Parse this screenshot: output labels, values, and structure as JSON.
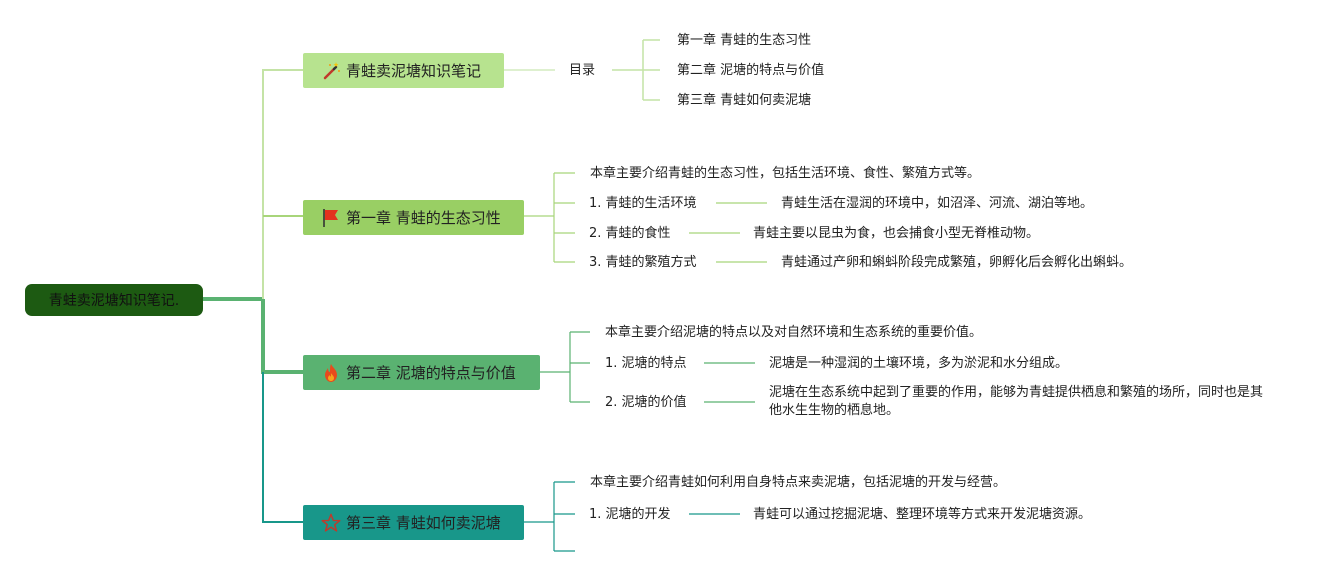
{
  "root": {
    "label": "青蛙卖泥塘知识笔记."
  },
  "branches": [
    {
      "label": "青蛙卖泥塘知识笔记",
      "icon": "magic-wand-icon",
      "color": "#b7e38f",
      "toc_label": "目录",
      "toc_items": [
        "第一章 青蛙的生态习性",
        "第二章 泥塘的特点与价值",
        "第三章 青蛙如何卖泥塘"
      ]
    },
    {
      "label": "第一章 青蛙的生态习性",
      "icon": "red-flag-icon",
      "color": "#99cf64",
      "intro": "本章主要介绍青蛙的生态习性，包括生活环境、食性、繁殖方式等。",
      "items": [
        {
          "title": "1. 青蛙的生活环境",
          "detail": "青蛙生活在湿润的环境中，如沼泽、河流、湖泊等地。"
        },
        {
          "title": "2. 青蛙的食性",
          "detail": "青蛙主要以昆虫为食，也会捕食小型无脊椎动物。"
        },
        {
          "title": "3. 青蛙的繁殖方式",
          "detail": "青蛙通过产卵和蝌蚪阶段完成繁殖，卵孵化后会孵化出蝌蚪。"
        }
      ]
    },
    {
      "label": "第二章 泥塘的特点与价值",
      "icon": "fire-icon",
      "color": "#5ab271",
      "intro": "本章主要介绍泥塘的特点以及对自然环境和生态系统的重要价值。",
      "items": [
        {
          "title": "1. 泥塘的特点",
          "detail": "泥塘是一种湿润的土壤环境，多为淤泥和水分组成。"
        },
        {
          "title": "2. 泥塘的价值",
          "detail": "泥塘在生态系统中起到了重要的作用，能够为青蛙提供栖息和繁殖的场所，同时也是其他水生生物的栖息地。"
        }
      ]
    },
    {
      "label": "第三章 青蛙如何卖泥塘",
      "icon": "star-outline-icon",
      "color": "#18978a",
      "intro": "本章主要介绍青蛙如何利用自身特点来卖泥塘，包括泥塘的开发与经营。",
      "items": [
        {
          "title": "1. 泥塘的开发",
          "detail": "青蛙可以通过挖掘泥塘、整理环境等方式来开发泥塘资源。"
        },
        {
          "title": "",
          "detail": ""
        }
      ]
    }
  ],
  "colors": {
    "root": "#1d5a12",
    "trunk_light": "#b5dd91",
    "trunk_mid": "#5ab271",
    "trunk_teal": "#18978a"
  }
}
